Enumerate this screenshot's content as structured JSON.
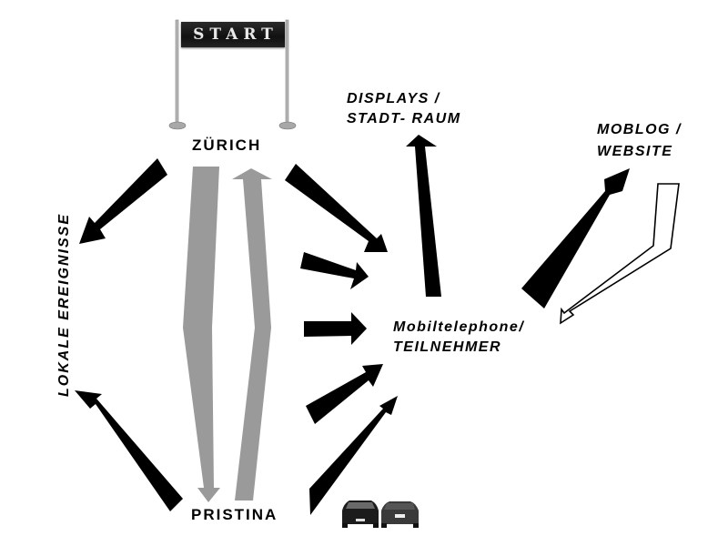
{
  "banner": {
    "text": "START"
  },
  "nodes": {
    "zurich": "ZÜRICH",
    "pristina": "PRISTINA",
    "lokale": "LOKALE EREIGNISSE",
    "displays_line1": "DISPLAYS /",
    "displays_line2": "STADT- RAUM",
    "moblog_line1": "MOBLOG /",
    "moblog_line2": "WEBSITE",
    "mobile_line1": "Mobiltelephone/",
    "mobile_line2": "TEILNEHMER"
  },
  "colors": {
    "arrow_black": "#000000",
    "arrow_gray": "#9a9a9a",
    "arrow_outline": "#000000",
    "background": "#ffffff"
  },
  "arrows": [
    {
      "id": "zurich-to-lokale",
      "from": "ZÜRICH",
      "to": "LOKALE EREIGNISSE",
      "style": "black"
    },
    {
      "id": "pristina-to-lokale",
      "from": "PRISTINA",
      "to": "LOKALE EREIGNISSE",
      "style": "black"
    },
    {
      "id": "zurich-to-pristina",
      "from": "ZÜRICH",
      "to": "PRISTINA",
      "style": "gray"
    },
    {
      "id": "pristina-to-zurich",
      "from": "PRISTINA",
      "to": "ZÜRICH",
      "style": "gray"
    },
    {
      "id": "zurich-to-mobile",
      "from": "ZÜRICH",
      "to": "Mobiltelephone/TEILNEHMER",
      "style": "black"
    },
    {
      "id": "route-to-mobile-1",
      "from": "route",
      "to": "Mobiltelephone/TEILNEHMER",
      "style": "black"
    },
    {
      "id": "route-to-mobile-2",
      "from": "route",
      "to": "Mobiltelephone/TEILNEHMER",
      "style": "black"
    },
    {
      "id": "route-to-mobile-3",
      "from": "route",
      "to": "Mobiltelephone/TEILNEHMER",
      "style": "black"
    },
    {
      "id": "pristina-to-mobile",
      "from": "PRISTINA",
      "to": "Mobiltelephone/TEILNEHMER",
      "style": "black"
    },
    {
      "id": "mobile-to-displays",
      "from": "Mobiltelephone/TEILNEHMER",
      "to": "DISPLAYS / STADT- RAUM",
      "style": "black"
    },
    {
      "id": "mobile-to-moblog",
      "from": "Mobiltelephone/TEILNEHMER",
      "to": "MOBLOG / WEBSITE",
      "style": "black"
    },
    {
      "id": "moblog-to-mobile",
      "from": "MOBLOG / WEBSITE",
      "to": "Mobiltelephone/TEILNEHMER",
      "style": "outline"
    }
  ]
}
